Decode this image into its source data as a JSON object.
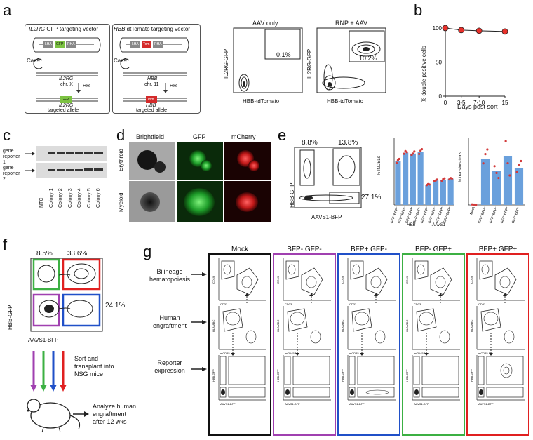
{
  "panel_labels": {
    "a": "a",
    "b": "b",
    "c": "c",
    "d": "d",
    "e": "e",
    "f": "f",
    "g": "g"
  },
  "panel_a": {
    "box1_title_italic": "IL2RG",
    "box1_title_rest": " GFP targeting vector",
    "box2_title_italic": "HBB",
    "box2_title_rest": " dtTomato targeting vector",
    "lha": "LHA",
    "rha": "RHA",
    "gfp": "GFP",
    "tom": "Tom",
    "cas9": "Cas9",
    "gene1": "IL2RG",
    "chr1": "chr. X",
    "gene2": "HBB",
    "chr2": "chr. 11",
    "hr": "HR",
    "targeted1_italic": "IL2RG",
    "targeted1_rest": "targeted allele",
    "targeted2_italic": "HBB",
    "targeted2_rest": "targeted allele",
    "flow1_title": "AAV only",
    "flow1_pct": "0.1%",
    "flow2_title": "RNP + AAV",
    "flow2_pct": "10.2%",
    "ylabel": "IL2RG-GFP",
    "xlabel": "HBB-tdTomato"
  },
  "panel_b": {
    "chart_data": {
      "type": "line",
      "categories": [
        "0",
        "3-5",
        "7-10",
        "15"
      ],
      "values": [
        100,
        97,
        96,
        95
      ],
      "ylabel": "% double positive cells",
      "xlabel": "Days post sort",
      "ylim": [
        0,
        100
      ],
      "yticks": [
        "0",
        "50",
        "100"
      ],
      "marker_color": "#e8302a"
    }
  },
  "panel_c": {
    "row1": "gene reporter 1",
    "row2": "gene reporter 2",
    "lanes": [
      "NTC",
      "Colony 1",
      "Colony 2",
      "Colony 3",
      "Colony 4",
      "Colony 5",
      "Colony 6"
    ]
  },
  "panel_d": {
    "cols": [
      "Brightfield",
      "GFP",
      "mCherry"
    ],
    "rows": [
      "Erythroid",
      "Myeloid"
    ]
  },
  "panel_e": {
    "pct_tl": "8.8%",
    "pct_tr": "13.8%",
    "pct_br": "27.1%",
    "ylabel": "HBB-GFP",
    "xlabel": "AAVS1-BFP",
    "indels": {
      "ylabel": "% INDELs",
      "group1": "HBB",
      "group2": "AAVS1",
      "chart_data": {
        "type": "bar",
        "categories": [
          "GFP⁻BFP⁻",
          "GFP⁺BFP⁻",
          "GFP⁻BFP⁺",
          "GFP⁺BFP⁺",
          "GFP⁻BFP⁻",
          "GFP⁺BFP⁻",
          "GFP⁻BFP⁺",
          "GFP⁺BFP⁺"
        ],
        "values": [
          52,
          62,
          61,
          63,
          24,
          29,
          30,
          31
        ],
        "ylim": [
          0,
          80
        ],
        "bar_color": "#6aa0dc",
        "dot_color": "#d23a3a"
      }
    },
    "trans": {
      "ylabel": "% translocations",
      "chart_data": {
        "type": "bar",
        "categories": [
          "Mock",
          "GFP⁻BFP⁻",
          "GFP⁺BFP⁻",
          "GFP⁻BFP⁺",
          "GFP⁺BFP⁺"
        ],
        "values": [
          0.002,
          0.24,
          0.175,
          0.255,
          0.19
        ],
        "ylim": [
          0,
          0.35
        ],
        "bar_color": "#6aa0dc",
        "dot_color": "#d23a3a"
      }
    }
  },
  "panel_f": {
    "pct_tl": "8.5%",
    "pct_tr": "33.6%",
    "pct_br": "24.1%",
    "ylabel": "HBB-GFP",
    "xlabel": "AAVS1-BFP",
    "sort_text": "Sort and\ntransplant into\nNSG mice",
    "analyze_text": "Analyze human\nengraftment\nafter 12 wks",
    "arrow_colors": [
      "#a040b0",
      "#3cb043",
      "#2050c8",
      "#e02020"
    ]
  },
  "panel_g": {
    "columns": [
      {
        "title": "Mock",
        "color": "#111111"
      },
      {
        "title": "BFP- GFP-",
        "color": "#a040b0"
      },
      {
        "title": "BFP+ GFP-",
        "color": "#2050c8"
      },
      {
        "title": "BFP- GFP+",
        "color": "#3cb043"
      },
      {
        "title": "BFP+ GFP+",
        "color": "#e02020"
      }
    ],
    "rows": [
      "Bilineage\nhematopoiesis",
      "Human\nengraftment",
      "Reporter\nexpression"
    ],
    "row_axes": [
      {
        "y": "CD19",
        "x": "CD33"
      },
      {
        "y": "HLA-ABC",
        "x": "mCD45.1"
      },
      {
        "y": "HBB-GFP",
        "x": "AAVS1-BFP"
      }
    ]
  }
}
